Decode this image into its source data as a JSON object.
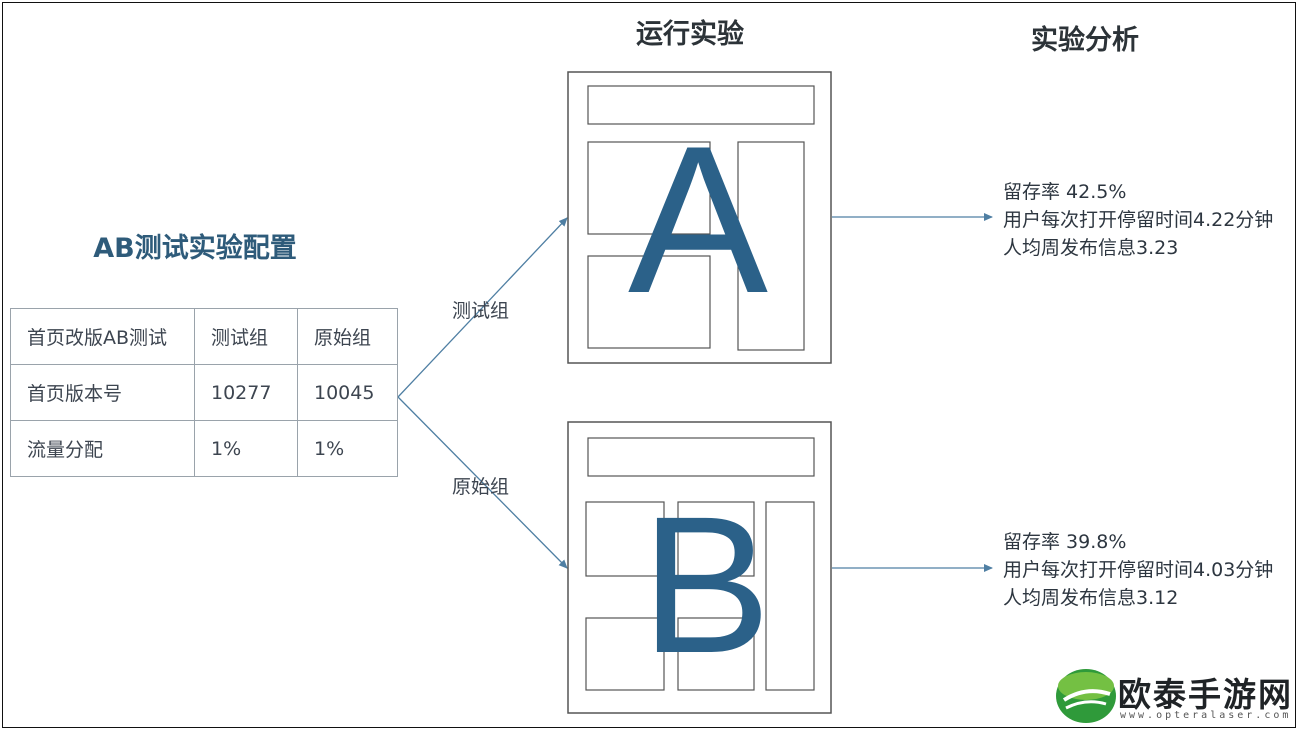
{
  "column_titles": {
    "run": "运行实验",
    "analysis": "实验分析"
  },
  "config": {
    "title": "AB测试实验配置",
    "rows": [
      [
        "首页改版AB测试",
        "测试组",
        "原始组"
      ],
      [
        "首页版本号",
        "10277",
        "10045"
      ],
      [
        "流量分配",
        "1%",
        "1%"
      ]
    ]
  },
  "arrows": {
    "test_group": "测试组",
    "original_group": "原始组"
  },
  "variants": [
    {
      "letter": "A",
      "results": [
        "留存率 42.5%",
        "用户每次打开停留时间4.22分钟",
        "人均周发布信息3.23"
      ]
    },
    {
      "letter": "B",
      "results": [
        "留存率 39.8%",
        "用户每次打开停留时间4.03分钟",
        "人均周发布信息3.12"
      ]
    }
  ],
  "watermark": {
    "text": "欧泰手游网",
    "sub": "www.opteralaser.com"
  },
  "colors": {
    "accent": "#2b6189",
    "arrow": "#4f7fa3",
    "title_blue": "#2e5b7a"
  }
}
